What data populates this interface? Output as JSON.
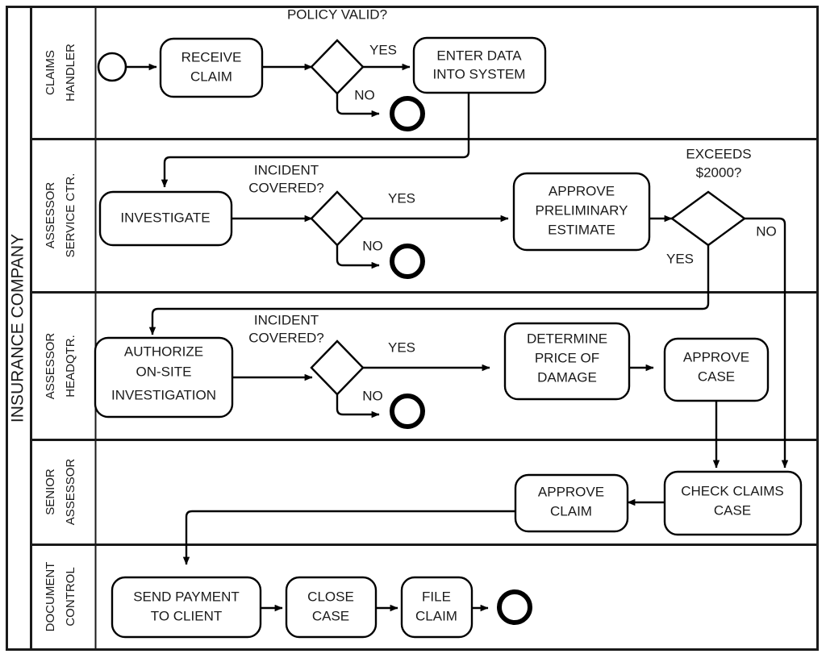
{
  "pool": {
    "label": "INSURANCE COMPANY",
    "border_color": "#1a1a1a",
    "background": "#ffffff"
  },
  "lanes": [
    {
      "id": "claims-handler",
      "label_lines": [
        "CLAIMS",
        "HANDLER"
      ]
    },
    {
      "id": "assessor-service-ctr",
      "label_lines": [
        "ASSESSOR",
        "SERVICE CTR."
      ]
    },
    {
      "id": "assessor-headqtr",
      "label_lines": [
        "ASSESSOR",
        "HEADQTR."
      ]
    },
    {
      "id": "senior-assessor",
      "label_lines": [
        "SENIOR",
        "ASSESSOR"
      ]
    },
    {
      "id": "document-control",
      "label_lines": [
        "DOCUMENT",
        "CONTROL"
      ]
    }
  ],
  "tasks": [
    {
      "id": "receive-claim",
      "lines": [
        "RECEIVE",
        "CLAIM"
      ]
    },
    {
      "id": "enter-data",
      "lines": [
        "ENTER DATA",
        "INTO SYSTEM"
      ]
    },
    {
      "id": "investigate",
      "lines": [
        "INVESTIGATE"
      ]
    },
    {
      "id": "approve-prelim",
      "lines": [
        "APPROVE",
        "PRELIMINARY",
        "ESTIMATE"
      ]
    },
    {
      "id": "authorize-onsite",
      "lines": [
        "AUTHORIZE",
        "ON-SITE",
        "INVESTIGATION"
      ]
    },
    {
      "id": "determine-price",
      "lines": [
        "DETERMINE",
        "PRICE OF",
        "DAMAGE"
      ]
    },
    {
      "id": "approve-case",
      "lines": [
        "APPROVE",
        "CASE"
      ]
    },
    {
      "id": "check-claims-case",
      "lines": [
        "CHECK CLAIMS",
        "CASE"
      ]
    },
    {
      "id": "approve-claim",
      "lines": [
        "APPROVE",
        "CLAIM"
      ]
    },
    {
      "id": "send-payment",
      "lines": [
        "SEND PAYMENT",
        "TO CLIENT"
      ]
    },
    {
      "id": "close-case",
      "lines": [
        "CLOSE",
        "CASE"
      ]
    },
    {
      "id": "file-claim",
      "lines": [
        "FILE",
        "CLAIM"
      ]
    }
  ],
  "gateways": [
    {
      "id": "policy-valid",
      "question_lines": [
        "POLICY VALID?"
      ],
      "yes": "YES",
      "no": "NO"
    },
    {
      "id": "incident-covered-1",
      "question_lines": [
        "INCIDENT",
        "COVERED?"
      ],
      "yes": "YES",
      "no": "NO"
    },
    {
      "id": "exceeds-2000",
      "question_lines": [
        "EXCEEDS",
        "$2000?"
      ],
      "yes": "YES",
      "no": "NO"
    },
    {
      "id": "incident-covered-2",
      "question_lines": [
        "INCIDENT",
        "COVERED?"
      ],
      "yes": "YES",
      "no": "NO"
    }
  ],
  "events": [
    {
      "id": "start-event",
      "kind": "start"
    },
    {
      "id": "end-event-policy-invalid",
      "kind": "end"
    },
    {
      "id": "end-event-not-covered-1",
      "kind": "end"
    },
    {
      "id": "end-event-not-covered-2",
      "kind": "end"
    },
    {
      "id": "end-event-final",
      "kind": "end"
    }
  ]
}
